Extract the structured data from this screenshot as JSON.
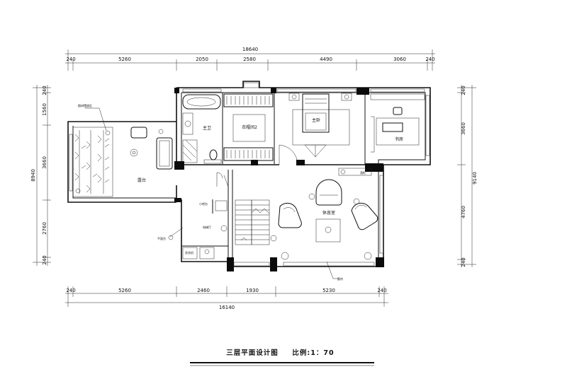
{
  "title": "三层平面设计图",
  "scale": "比例:1：70",
  "top_dims": {
    "total": "18640",
    "segments": [
      "240",
      "5260",
      "2050",
      "2580",
      "4490",
      "3060",
      "240"
    ]
  },
  "bottom_dims": {
    "total": "16140",
    "segments": [
      "240",
      "5260",
      "2460",
      "1930",
      "5230",
      "240"
    ]
  },
  "left_dims": {
    "total": "8940",
    "segments": [
      "240",
      "1560",
      "3660",
      "2760",
      "240"
    ]
  },
  "right_dims": {
    "total": "9140",
    "segments": [
      "240",
      "3660",
      "4760",
      "240"
    ]
  },
  "rooms": {
    "bath": "主卫",
    "closet": "衣帽间2",
    "master": "主卧",
    "study": "书房",
    "terrace": "露台",
    "lounge": "休息室"
  },
  "small_labels": {
    "planter": "植材摆放区",
    "small_bar": "小吧台",
    "stair": "电梯厅",
    "wash": "洗衣机",
    "utility": "平面台",
    "tv_cab": "酒柜",
    "curtain": "窗帘"
  }
}
